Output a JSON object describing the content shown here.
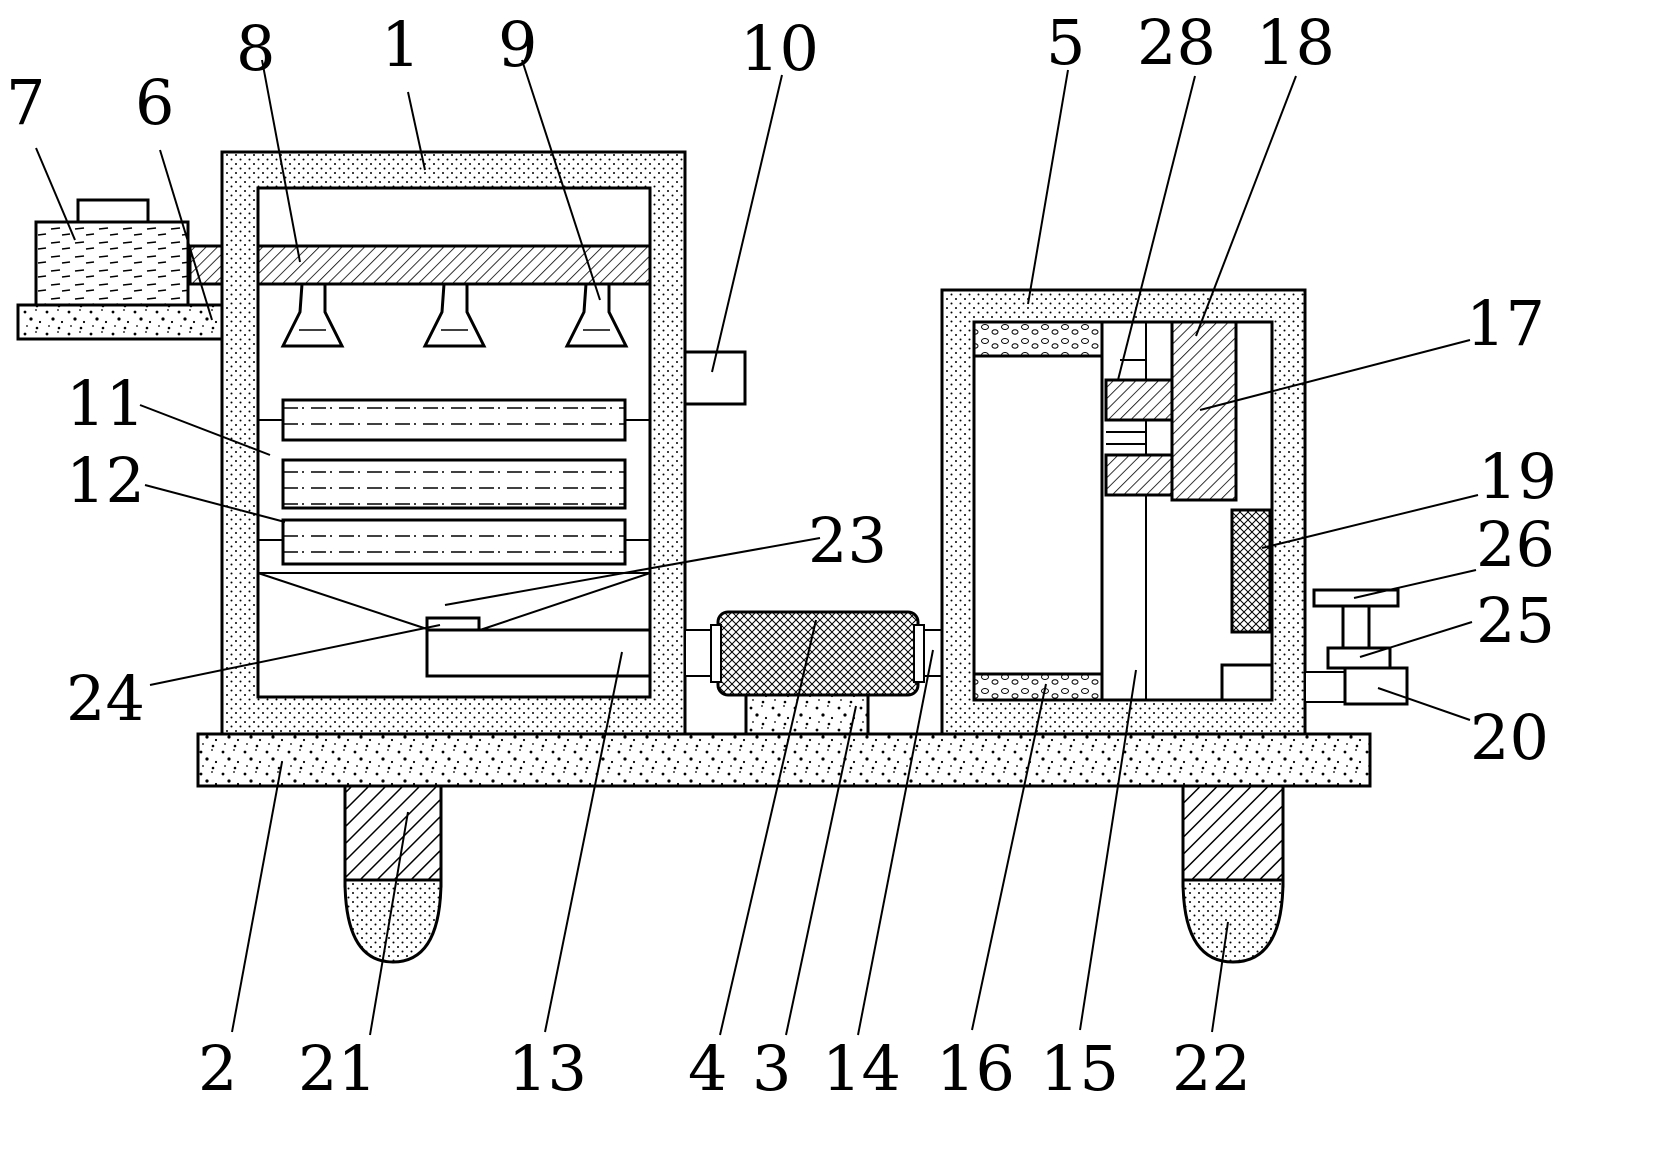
{
  "figure": {
    "labels": {
      "n1": "1",
      "n2": "2",
      "n3": "3",
      "n4": "4",
      "n5": "5",
      "n6": "6",
      "n7": "7",
      "n8": "8",
      "n9": "9",
      "n10": "10",
      "n11": "11",
      "n12": "12",
      "n13": "13",
      "n14": "14",
      "n15": "15",
      "n16": "16",
      "n17": "17",
      "n18": "18",
      "n19": "19",
      "n20": "20",
      "n21": "21",
      "n22": "22",
      "n23": "23",
      "n24": "24",
      "n25": "25",
      "n26": "26",
      "n28": "28"
    },
    "colors": {
      "ink": "#000000",
      "paper": "#ffffff"
    }
  }
}
